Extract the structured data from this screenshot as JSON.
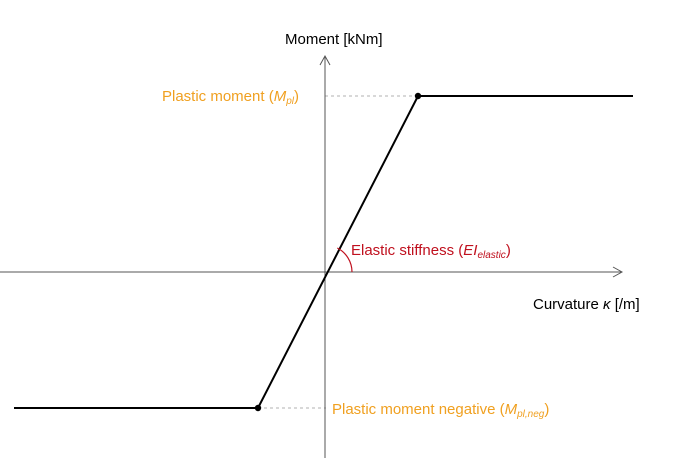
{
  "axes": {
    "y_label": "Moment [kNm]",
    "x_label_prefix": "Curvature ",
    "x_label_symbol": "κ",
    "x_label_suffix": " [/m]"
  },
  "labels": {
    "plastic_moment": {
      "text": "Plastic moment (",
      "symbol": "M",
      "subscript": "pl",
      "close": ")"
    },
    "plastic_moment_negative": {
      "text": "Plastic moment negative (",
      "symbol": "M",
      "subscript": "pl,neg",
      "close": ")"
    },
    "elastic_stiffness": {
      "text": "Elastic stiffness (",
      "symbol": "EI",
      "subscript": "elastic",
      "close": ")"
    }
  },
  "colors": {
    "orange": "#f0a020",
    "red": "#c0101e",
    "axis": "#555555",
    "curve": "#000000",
    "guide": "#b0b0b0"
  }
}
